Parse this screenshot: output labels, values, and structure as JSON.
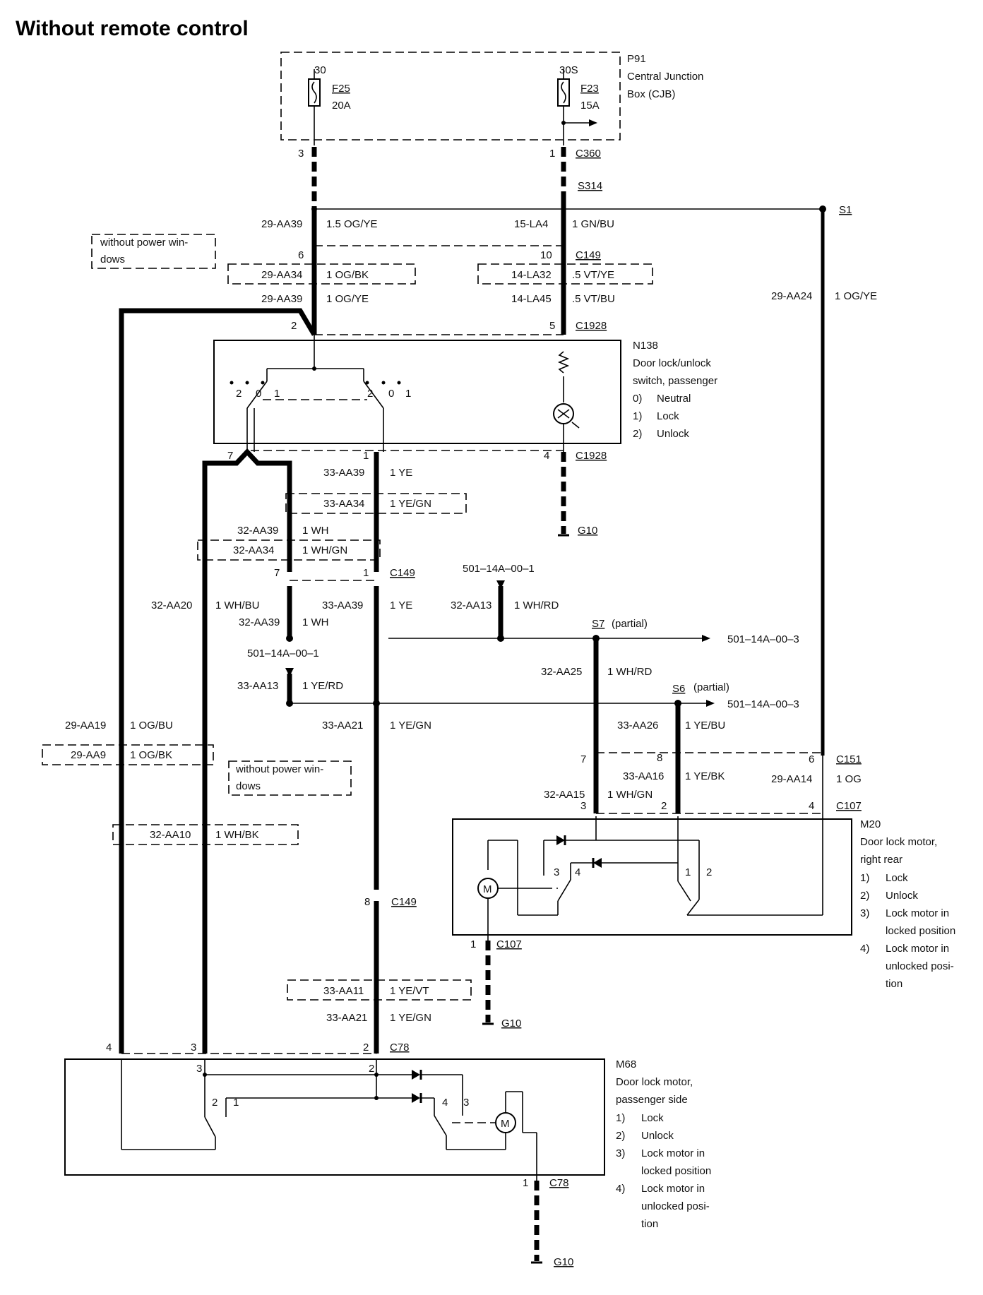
{
  "title": "Without remote control",
  "components": {
    "p91": {
      "id": "P91",
      "name": "Central Junction Box (CJB)",
      "name_lines": [
        "Central Junction",
        "Box (CJB)"
      ]
    },
    "n138": {
      "id": "N138",
      "name_lines": [
        "Door lock/unlock",
        "switch, passenger"
      ],
      "states": [
        {
          "n": "0)",
          "t": "Neutral"
        },
        {
          "n": "1)",
          "t": "Lock"
        },
        {
          "n": "2)",
          "t": "Unlock"
        }
      ]
    },
    "m20": {
      "id": "M20",
      "name_lines": [
        "Door lock motor,",
        "right rear"
      ],
      "states": [
        {
          "n": "1)",
          "t": [
            "Lock"
          ]
        },
        {
          "n": "2)",
          "t": [
            "Unlock"
          ]
        },
        {
          "n": "3)",
          "t": [
            "Lock motor in",
            "locked position"
          ]
        },
        {
          "n": "4)",
          "t": [
            "Lock motor in",
            "unlocked posi-",
            "tion"
          ]
        }
      ]
    },
    "m68": {
      "id": "M68",
      "name_lines": [
        "Door lock motor,",
        "passenger side"
      ],
      "states": [
        {
          "n": "1)",
          "t": [
            "Lock"
          ]
        },
        {
          "n": "2)",
          "t": [
            "Unlock"
          ]
        },
        {
          "n": "3)",
          "t": [
            "Lock motor in",
            "locked position"
          ]
        },
        {
          "n": "4)",
          "t": [
            "Lock motor in",
            "unlocked posi-",
            "tion"
          ]
        }
      ]
    }
  },
  "fuses": [
    {
      "terminal": "30",
      "id": "F25",
      "rating": "20A"
    },
    {
      "terminal": "30S",
      "id": "F23",
      "rating": "15A"
    }
  ],
  "connectors": {
    "c360": "C360",
    "s314": "S314",
    "s1": "S1",
    "c149": "C149",
    "c1928": "C1928",
    "g10": "G10",
    "s7": "S7",
    "s6": "S6",
    "partial": "(partial)",
    "c151": "C151",
    "c107": "C107",
    "c78": "C78",
    "splice_ref": "501–14A–00–1",
    "splice_out": "501–14A–00–3"
  },
  "notes": {
    "without_pw_1": [
      "without power win-",
      "dows"
    ],
    "without_pw_2": [
      "without power win-",
      "dows"
    ]
  },
  "wires": {
    "w1": [
      "29-AA39",
      "1.5 OG/YE"
    ],
    "w2": [
      "15-LA4",
      "1 GN/BU"
    ],
    "w3": [
      "29-AA34",
      "1 OG/BK"
    ],
    "w4": [
      "14-LA32",
      ".5 VT/YE"
    ],
    "w5": [
      "29-AA39",
      "1 OG/YE"
    ],
    "w6": [
      "14-LA45",
      ".5 VT/BU"
    ],
    "w7": [
      "29-AA24",
      "1 OG/YE"
    ],
    "w8": [
      "33-AA39",
      "1 YE"
    ],
    "w9": [
      "33-AA34",
      "1 YE/GN"
    ],
    "w10": [
      "32-AA39",
      "1 WH"
    ],
    "w11": [
      "32-AA34",
      "1 WH/GN"
    ],
    "w12": [
      "32-AA20",
      "1 WH/BU"
    ],
    "w13": [
      "33-AA39",
      "1 YE"
    ],
    "w14": [
      "32-AA13",
      "1 WH/RD"
    ],
    "w15": [
      "32-AA39",
      "1 WH"
    ],
    "w16": [
      "32-AA25",
      "1 WH/RD"
    ],
    "w17": [
      "33-AA13",
      "1 YE/RD"
    ],
    "w18": [
      "29-AA19",
      "1 OG/BU"
    ],
    "w19": [
      "33-AA21",
      "1 YE/GN"
    ],
    "w20": [
      "33-AA26",
      "1 YE/BU"
    ],
    "w21": [
      "29-AA9",
      "1 OG/BK"
    ],
    "w22": [
      "33-AA16",
      "1 YE/BK"
    ],
    "w23": [
      "29-AA14",
      "1 OG"
    ],
    "w24": [
      "32-AA15",
      "1 WH/GN"
    ],
    "w25": [
      "32-AA10",
      "1 WH/BK"
    ],
    "w26": [
      "33-AA11",
      "1 YE/VT"
    ],
    "w27": [
      "33-AA21",
      "1 YE/GN"
    ]
  },
  "pins": {
    "p30a": "3",
    "p30b": "1",
    "c149a": "6",
    "c149b": "10",
    "c1928a": "2",
    "c1928b": "5",
    "c1928c": "7",
    "c1928d": "1",
    "c1928e": "4",
    "c149c": "7",
    "c149d": "1",
    "c151a": "7",
    "c151b": "8",
    "c151c": "6",
    "c107a": "3",
    "c107b": "2",
    "c107c": "4",
    "c149e": "8",
    "c107d": "1",
    "c78a": "4",
    "c78b": "3",
    "c78c": "2",
    "c78d": "1",
    "sw_l2": "2",
    "sw_l0": "0",
    "sw_l1": "1",
    "sw_r2": "2",
    "sw_r0": "0",
    "sw_r1": "1",
    "m20_3": "3",
    "m20_4": "4",
    "m20_1": "1",
    "m20_2": "2",
    "m68_3": "3",
    "m68_2": "2",
    "m68_1": "1",
    "m68_4": "4",
    "m68_3b": "3",
    "m68_2b": "2"
  },
  "motor_label": "M"
}
